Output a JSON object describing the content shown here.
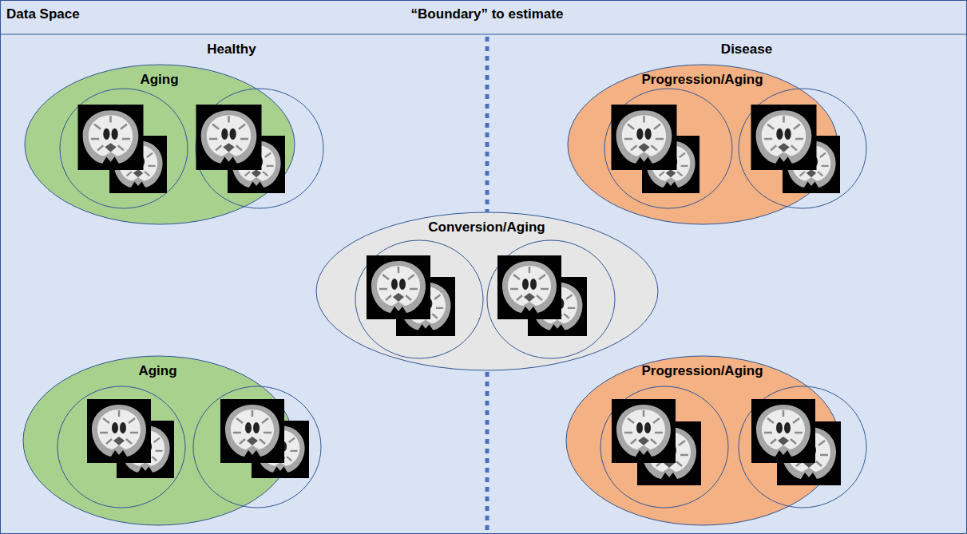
{
  "diagram": {
    "nodes": [
      {
        "text": [
          "Data Space"
        ]
      },
      {
        "text": [
          "Aging"
        ],
        "in": 0
      },
      {
        "text": [
          "Progression/Aging"
        ],
        "in": 0
      },
      {
        "text": [
          "Conversion/Aging"
        ],
        "in": 0
      },
      {
        "text": [
          "Aging"
        ],
        "in": 0
      },
      {
        "text": [
          "Progression/Aging"
        ],
        "in": 0
      }
    ],
    "labels": [
      "“Boundary” to estimate",
      "Healthy",
      "Disease"
    ]
  }
}
